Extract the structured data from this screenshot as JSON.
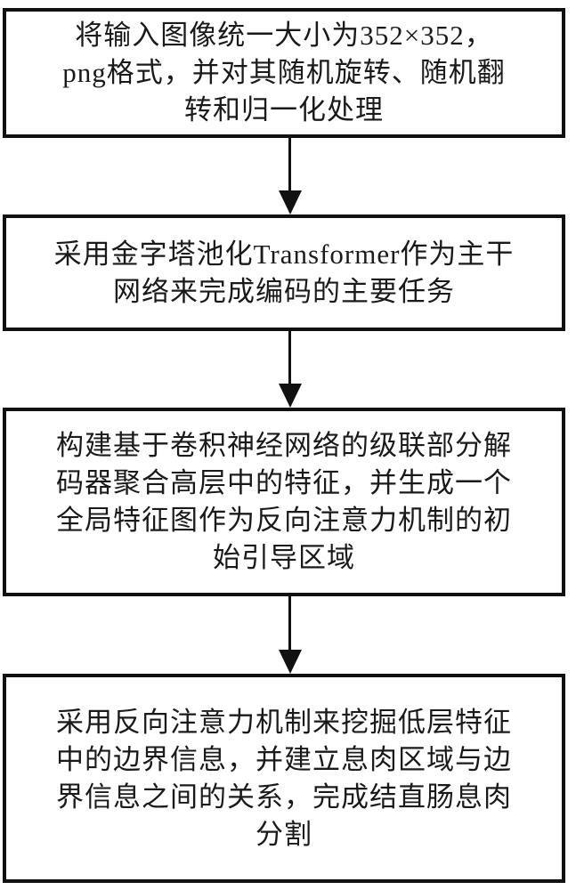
{
  "diagram": {
    "type": "flowchart",
    "direction": "top-down",
    "colors": {
      "background": "#ffffff",
      "box_border": "#111111",
      "text": "#1a1a1a",
      "arrow": "#111111"
    },
    "steps": [
      {
        "id": 1,
        "lines": [
          "将输入图像统一大小为352×352，",
          "png格式，并对其随机旋转、随机翻",
          "转和归一化处理"
        ]
      },
      {
        "id": 2,
        "lines": [
          "采用金字塔池化Transformer作为主干",
          "网络来完成编码的主要任务"
        ]
      },
      {
        "id": 3,
        "lines": [
          "构建基于卷积神经网络的级联部分解",
          "码器聚合高层中的特征，并生成一个",
          "全局特征图作为反向注意力机制的初",
          "始引导区域"
        ]
      },
      {
        "id": 4,
        "lines": [
          "采用反向注意力机制来挖掘低层特征",
          "中的边界信息，并建立息肉区域与边",
          "界信息之间的关系，完成结直肠息肉",
          "分割"
        ]
      }
    ],
    "connectors": [
      {
        "from": 1,
        "to": 2
      },
      {
        "from": 2,
        "to": 3
      },
      {
        "from": 3,
        "to": 4
      }
    ]
  }
}
